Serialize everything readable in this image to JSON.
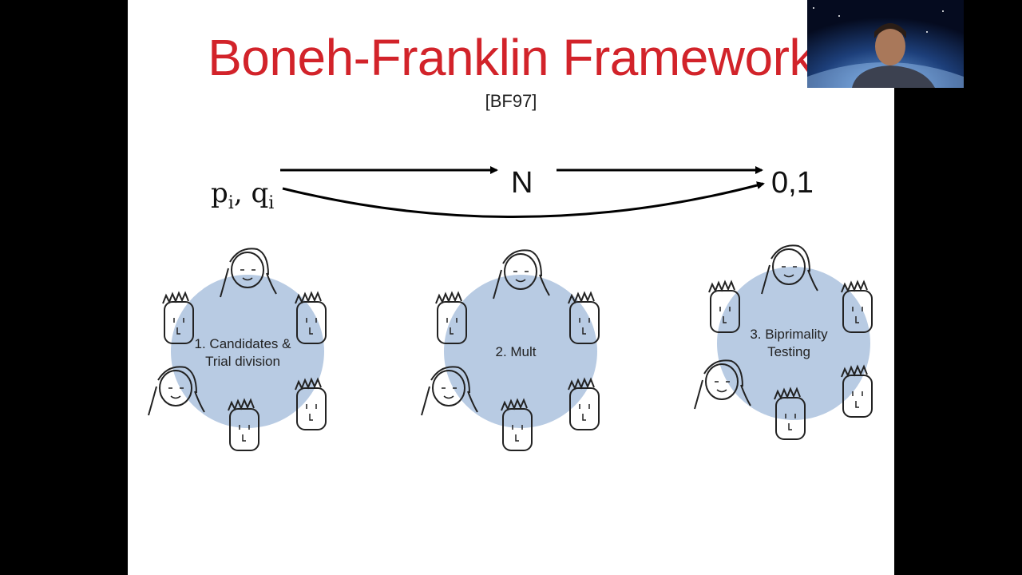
{
  "slide": {
    "title": "Boneh-Franklin Framework",
    "citation": "[BF97]",
    "flow": {
      "start_p": "p",
      "start_q": "q",
      "subscript": "i",
      "middle": "N",
      "end": "0,1"
    },
    "steps": [
      {
        "line1": "1. Candidates &",
        "line2": "Trial division"
      },
      {
        "line1": "2. Mult",
        "line2": ""
      },
      {
        "line1": "3. Biprimality",
        "line2": "Testing"
      }
    ]
  },
  "colors": {
    "title": "#d2232a",
    "circle": "#b8cbe3",
    "background": "#000000"
  },
  "icons": [
    "face-icon",
    "arrow-right-icon",
    "webcam-presenter"
  ]
}
